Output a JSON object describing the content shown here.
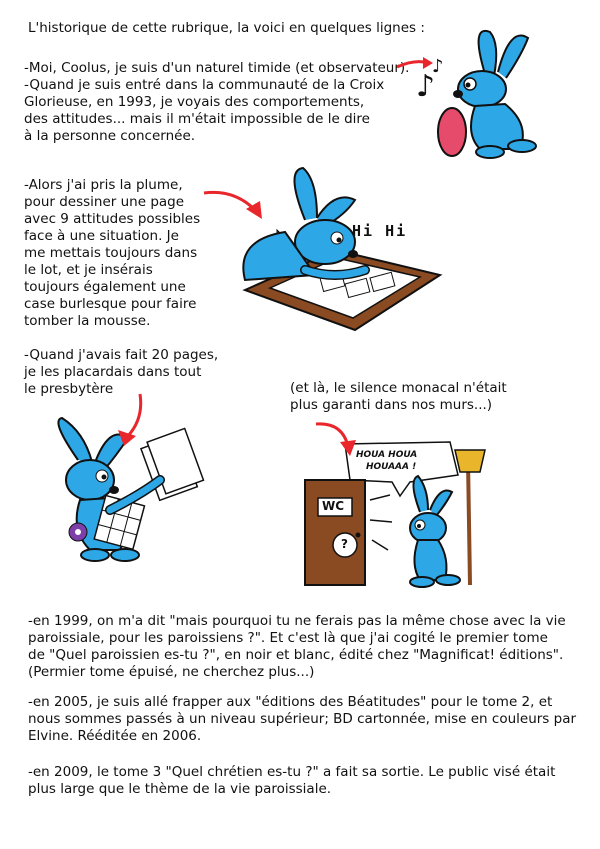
{
  "intro": "L'historique de cette rubrique, la voici en quelques lignes :",
  "para1": "-Moi, Coolus, je suis d'un naturel timide (et observateur).\n-Quand je suis entré dans la communauté de la Croix\n      Glorieuse, en 1993, je voyais des comportements,\n      des attitudes... mais il m'était impossible de le dire\n      à la personne concernée.",
  "para2": "-Alors j'ai pris la plume,\n   pour dessiner une page\n  avec 9 attitudes possibles\n   face à une situation. Je\n  me mettais toujours dans\n  le lot, et je insérais\n  toujours également une\n  case burlesque pour faire\n  tomber la mousse.",
  "para3": "-Quand j'avais fait 20 pages,\n  je les placardais dans tout\n  le presbytère",
  "aside": "(et là, le silence monacal n'était\n  plus garanti dans nos murs...)",
  "para4": "-en 1999, on m'a dit \"mais pourquoi tu ne ferais pas la même chose avec la vie\n  paroissiale, pour les paroissiens ?\". Et c'est là que j'ai cogité le premier tome\n  de \"Quel paroissien es-tu ?\", en noir et blanc, édité chez \"Magnificat! éditions\".\n  (Permier tome épuisé, ne cherchez plus...)",
  "para5": "-en 2005, je suis allé frapper aux \"éditions des Béatitudes\" pour le tome 2, et\n  nous sommes passés à un niveau supérieur; BD cartonnée, mise en couleurs par\n  Elvine. Rééditée en 2006.",
  "para6": "-en 2009, le tome 3 \"Quel chrétien es-tu ?\" a fait sa sortie. Le public visé était\n  plus large que le thème de la vie paroissiale.",
  "hihi": "Hi Hi",
  "houa_line1": "HOUA HOUA",
  "houa_line2": "HOUAAA !",
  "wc": "WC",
  "question": "?",
  "colors": {
    "rabbit": "#2ea7e6",
    "arrow": "#e8262b",
    "door": "#8a4a22"
  }
}
